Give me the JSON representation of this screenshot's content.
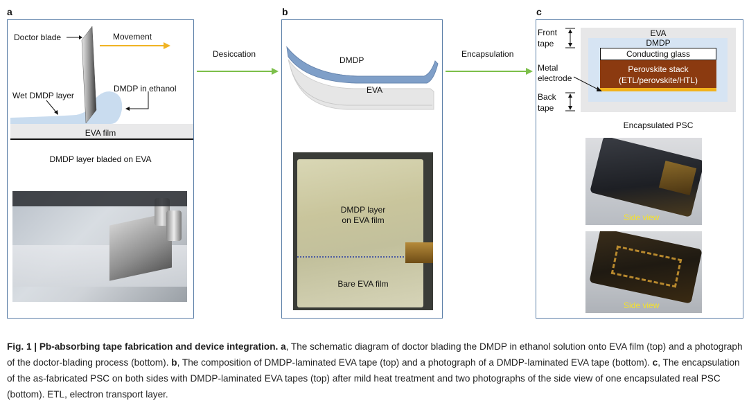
{
  "panel_a": {
    "letter": "a",
    "doctor_blade": "Doctor blade",
    "movement": "Movement",
    "wet_layer": "Wet DMDP layer",
    "dmdp_ethanol": "DMDP in ethanol",
    "eva_film": "EVA film",
    "caption": "DMDP layer bladed on EVA"
  },
  "arrow_ab": {
    "label": "Desiccation"
  },
  "panel_b": {
    "letter": "b",
    "dmdp": "DMDP",
    "eva": "EVA",
    "photo_label_1": "DMDP layer",
    "photo_label_2": "on EVA film",
    "photo_label_3": "Bare EVA film"
  },
  "arrow_bc": {
    "label": "Encapsulation"
  },
  "panel_c": {
    "letter": "c",
    "front_tape_1": "Front",
    "front_tape_2": "tape",
    "metal_1": "Metal",
    "metal_2": "electrode",
    "back_1": "Back",
    "back_2": "tape",
    "eva": "EVA",
    "dmdp": "DMDP",
    "glass": "Conducting glass",
    "perov_1": "Perovskite stack",
    "perov_2": "(ETL/perovskite/HTL)",
    "caption": "Encapsulated PSC",
    "side_view_1": "Side view",
    "side_view_2": "Side view"
  },
  "figure_caption": {
    "title": "Fig. 1 | Pb-absorbing tape fabrication and device integration.",
    "a": "a",
    "text_a": ", The schematic diagram of doctor blading the DMDP in ethanol solution onto EVA film (top) and a photograph of the doctor-blading process (bottom). ",
    "b": "b",
    "text_b": ", The composition of DMDP-laminated EVA tape (top) and a photograph of a DMDP-laminated EVA tape (bottom). ",
    "c": "c",
    "text_c": ", The encapsulation of the as-fabricated PSC on both sides with DMDP-laminated EVA tapes (top) after mild heat treatment and two photographs of the side view of one encapsulated real PSC (bottom). ETL, electron transport layer."
  },
  "colors": {
    "panel_border": "#5b7fa8",
    "arrow_green": "#7cbf4a",
    "movement_arrow": "#f0b323",
    "dmdp_blue": "#7f9fc8",
    "perovskite": "#8b3a10",
    "electrode": "#f2b21c"
  }
}
